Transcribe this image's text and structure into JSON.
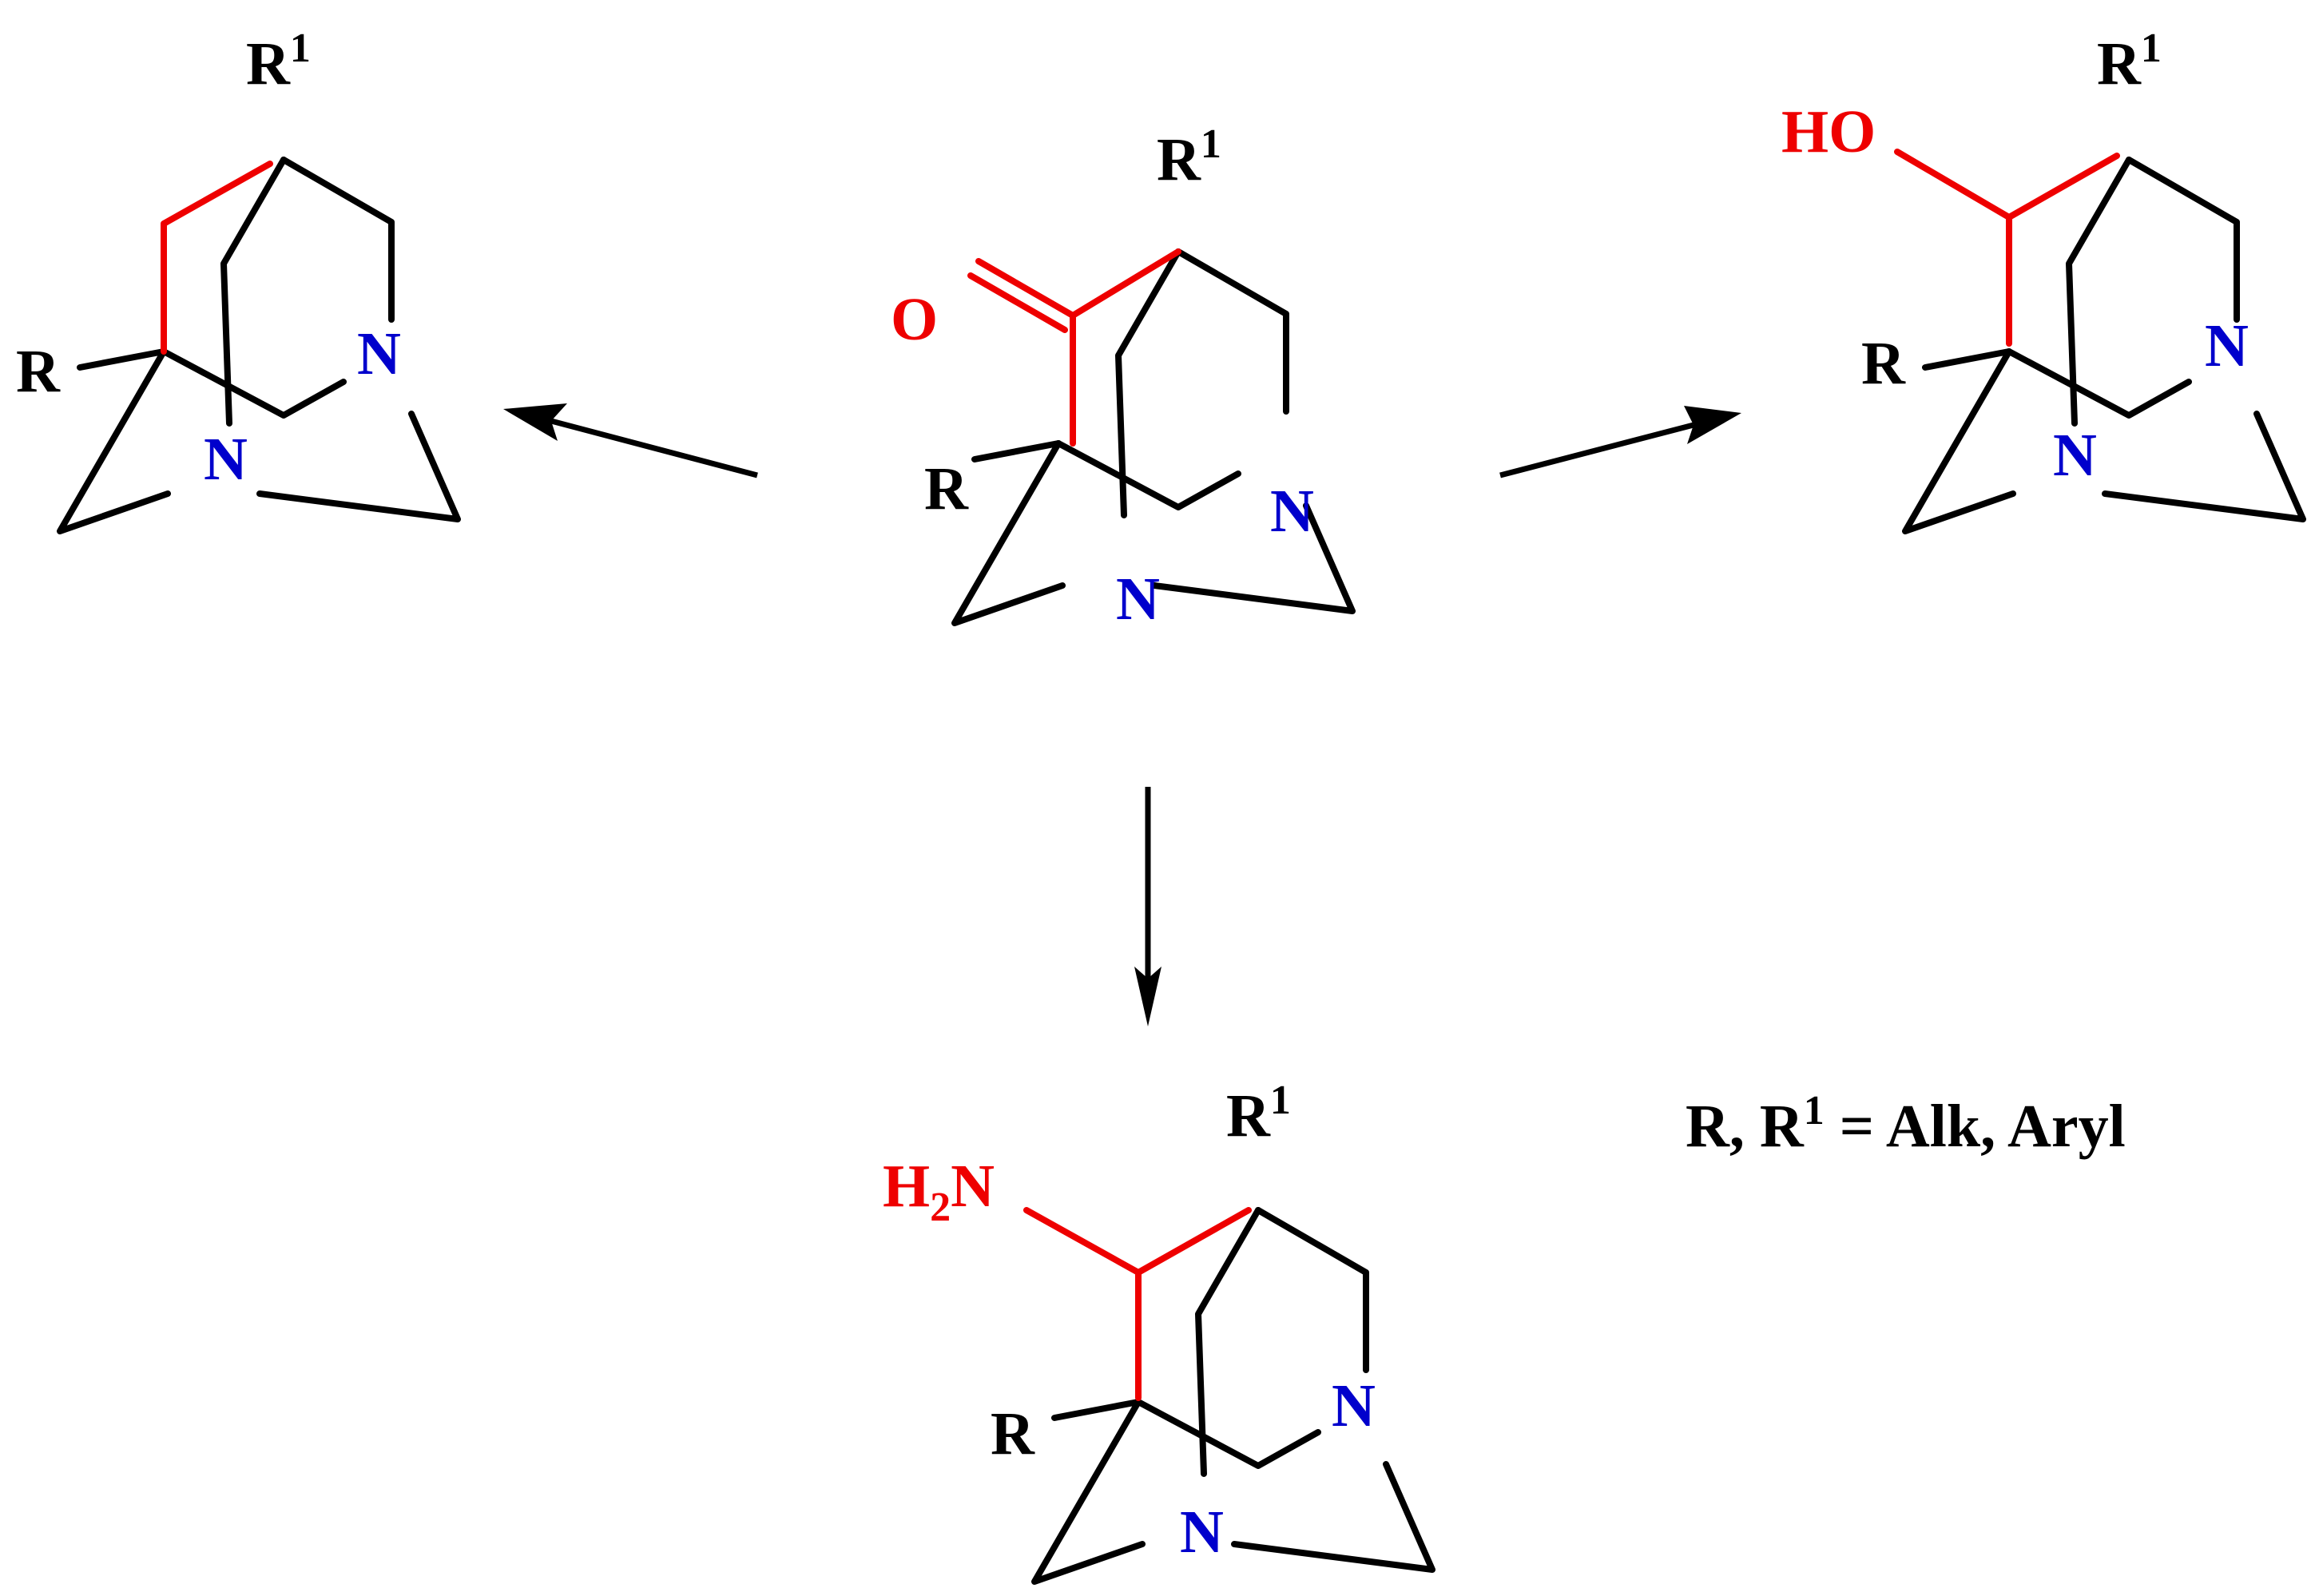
{
  "colors": {
    "bond": "#000000",
    "highlight": "#ee0000",
    "nitrogen": "#0000cc"
  },
  "atoms": {
    "R": "R",
    "R1_base": "R",
    "R1_sup": "1",
    "N": "N",
    "O": "O",
    "HO": "HO",
    "H2N_H": "H",
    "H2N_sub": "2",
    "H2N_N": "N"
  },
  "legend": {
    "prefix": "R, R",
    "sup": "1",
    "suffix": " = Alk, Aryl"
  }
}
